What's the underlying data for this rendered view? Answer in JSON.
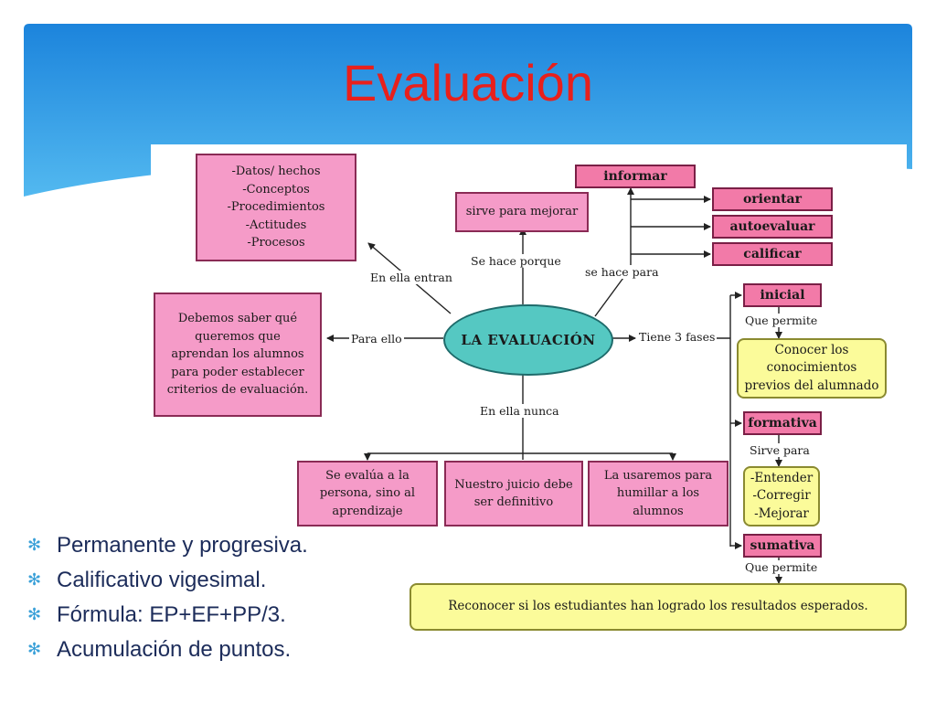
{
  "slide": {
    "title": "Evaluación",
    "bullets": [
      "Permanente y progresiva.",
      "Calificativo vigesimal.",
      "Fórmula: EP+EF+PP/3.",
      "Acumulación de puntos."
    ],
    "colors": {
      "title": "#e8201c",
      "header_gradient": [
        "#1c84dc",
        "#5ec4f4"
      ],
      "bullet_text": "#1c2c5a",
      "bullet_marker": "#3aa0d8"
    }
  },
  "concept_map": {
    "center": "LA EVALUACIÓN",
    "enters": {
      "label": "En ella entran",
      "box": "-Datos/ hechos\n-Conceptos\n-Procedimientos\n-Actitudes\n-Procesos"
    },
    "reason": {
      "label": "Se hace porque",
      "box": "sirve para mejorar"
    },
    "purpose": {
      "label": "se hace para",
      "items": [
        "informar",
        "orientar",
        "autoevaluar",
        "calificar"
      ]
    },
    "for_it": {
      "label": "Para ello",
      "box": "Debemos saber qué\nqueremos que\naprendan los alumnos\npara poder establecer\ncriterios de evaluación."
    },
    "never": {
      "label": "En ella nunca",
      "items": [
        "Se evalúa a la\npersona, sino al\naprendizaje",
        "Nuestro juicio debe\nser definitivo",
        "La usaremos para\nhumillar a los\nalumnos"
      ]
    },
    "phases": {
      "label": "Tiene 3 fases",
      "items": [
        {
          "name": "inicial",
          "connector": "Que permite",
          "detail": "Conocer los\nconocimientos\nprevios del alumnado"
        },
        {
          "name": "formativa",
          "connector": "Sirve para",
          "detail": "-Entender\n-Corregir\n-Mejorar"
        },
        {
          "name": "sumativa",
          "connector": "Que permite",
          "detail": "Reconocer si los estudiantes han logrado los resultados esperados."
        }
      ]
    },
    "colors": {
      "pink_box": "#f59bc8",
      "rose_box": "#f27aa8",
      "yellow_box": "#fbfb9a",
      "ellipse": "#55c8c2"
    }
  }
}
